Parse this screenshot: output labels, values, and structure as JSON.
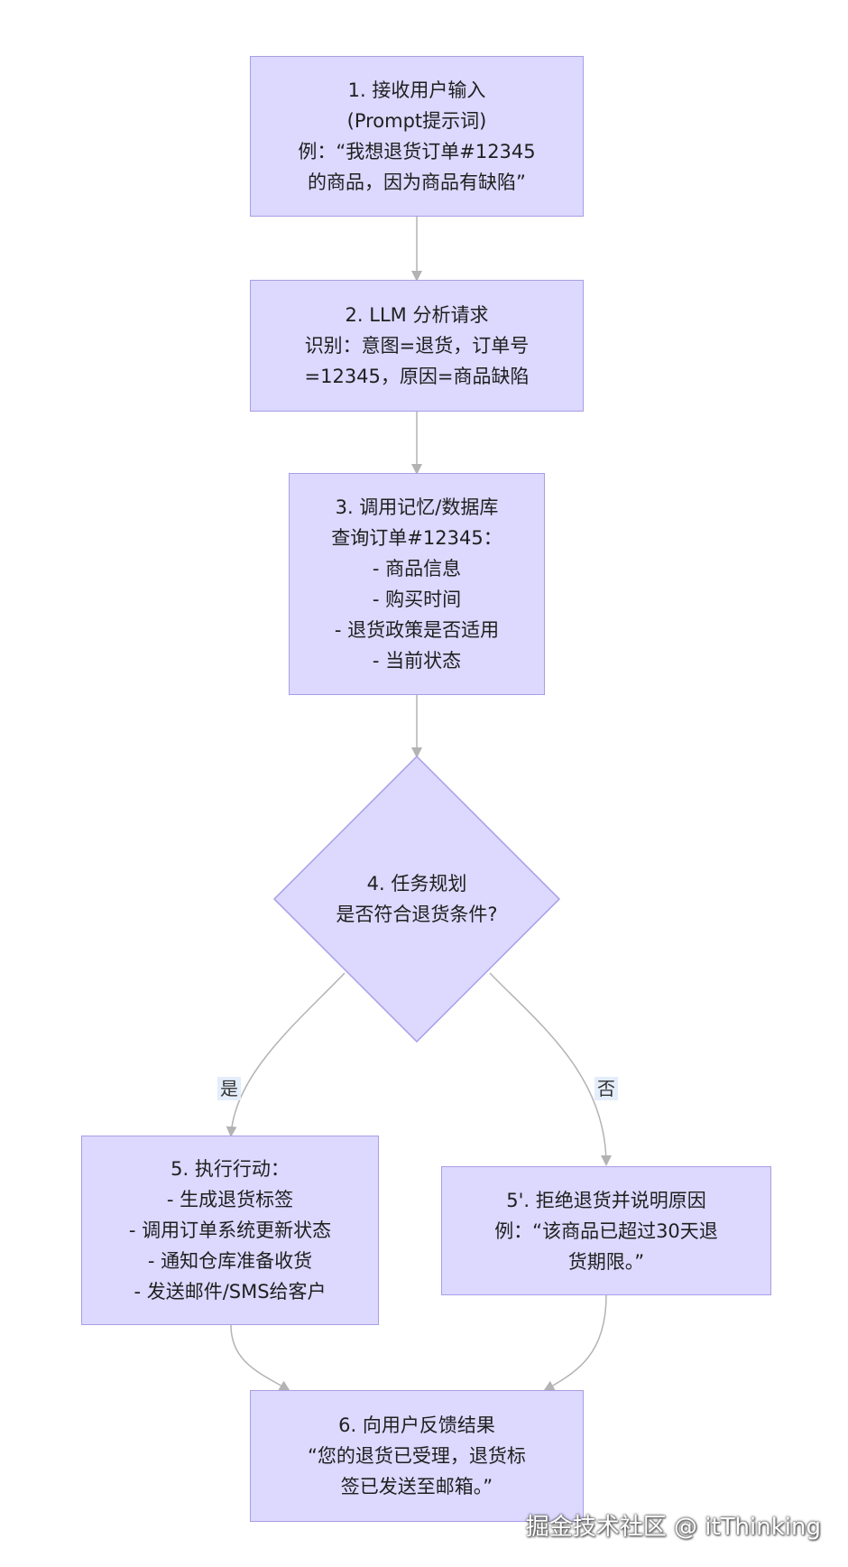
{
  "nodes": {
    "n1": [
      "1. 接收用户输入",
      "(Prompt提示词)",
      "例：“我想退货订单#12345",
      "的商品，因为商品有缺陷”"
    ],
    "n2": [
      "2. LLM 分析请求",
      "识别：意图=退货，订单号",
      "=12345，原因=商品缺陷"
    ],
    "n3": [
      "3. 调用记忆/数据库",
      "查询订单#12345：",
      "- 商品信息",
      "- 购买时间",
      "- 退货政策是否适用",
      "- 当前状态"
    ],
    "n4": [
      "4. 任务规划",
      "是否符合退货条件?"
    ],
    "n5": [
      "5. 执行行动：",
      "- 生成退货标签",
      "- 调用订单系统更新状态",
      "- 通知仓库准备收货",
      "- 发送邮件/SMS给客户"
    ],
    "n5b": [
      "5'. 拒绝退货并说明原因",
      "例：“该商品已超过30天退",
      "货期限。”"
    ],
    "n6": [
      "6. 向用户反馈结果",
      "“您的退货已受理，退货标",
      "签已发送至邮箱。”"
    ]
  },
  "edges": {
    "yes_label": "是",
    "no_label": "否"
  },
  "watermark": "掘金技术社区 @ itThinking",
  "colors": {
    "node_fill": "#dcd8fe",
    "node_border": "#a89ee6",
    "edge": "#b3b3b3",
    "label_bg": "#e4edfa"
  }
}
